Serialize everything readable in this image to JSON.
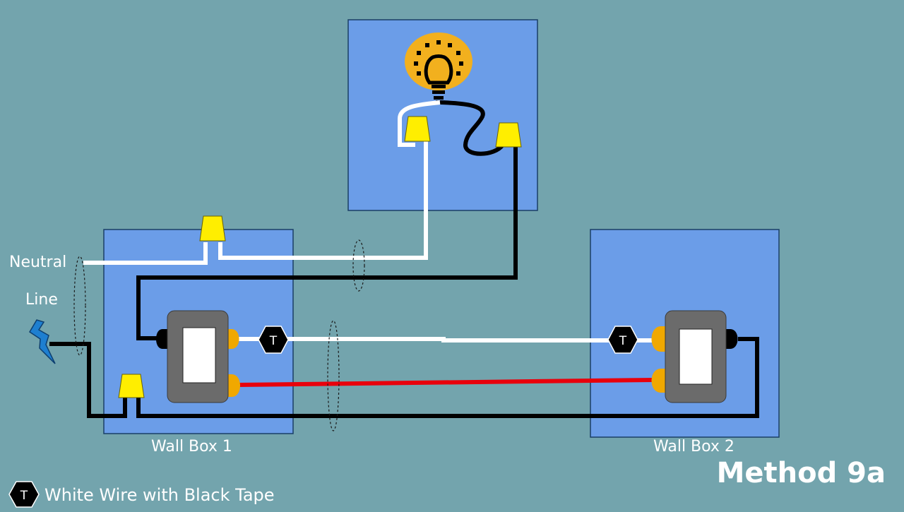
{
  "labels": {
    "neutral": "Neutral",
    "line": "Line",
    "wall_box_1": "Wall Box 1",
    "wall_box_2": "Wall Box 2",
    "tape_marker": "T",
    "legend": "White Wire with Black Tape"
  },
  "title": "Method 9a",
  "colors": {
    "background": "#73a4ad",
    "box_fill": "#6b9de8",
    "switch_body": "#6b6b6b",
    "terminal_brass": "#f0a800",
    "terminal_black": "#000000",
    "wire_hot": "#000000",
    "wire_neutral": "#ffffff",
    "wire_traveler": "#e8000c",
    "wire_nut": "#ffee00",
    "bulb": "#f2b01e",
    "line_bolt": "#1e7fd0"
  },
  "icons": {
    "bulb": "lightbulb-icon",
    "line_source": "lightning-bolt-icon",
    "wire_nut": "wire-nut-icon",
    "tape_marker": "hexagon-tape-icon"
  }
}
